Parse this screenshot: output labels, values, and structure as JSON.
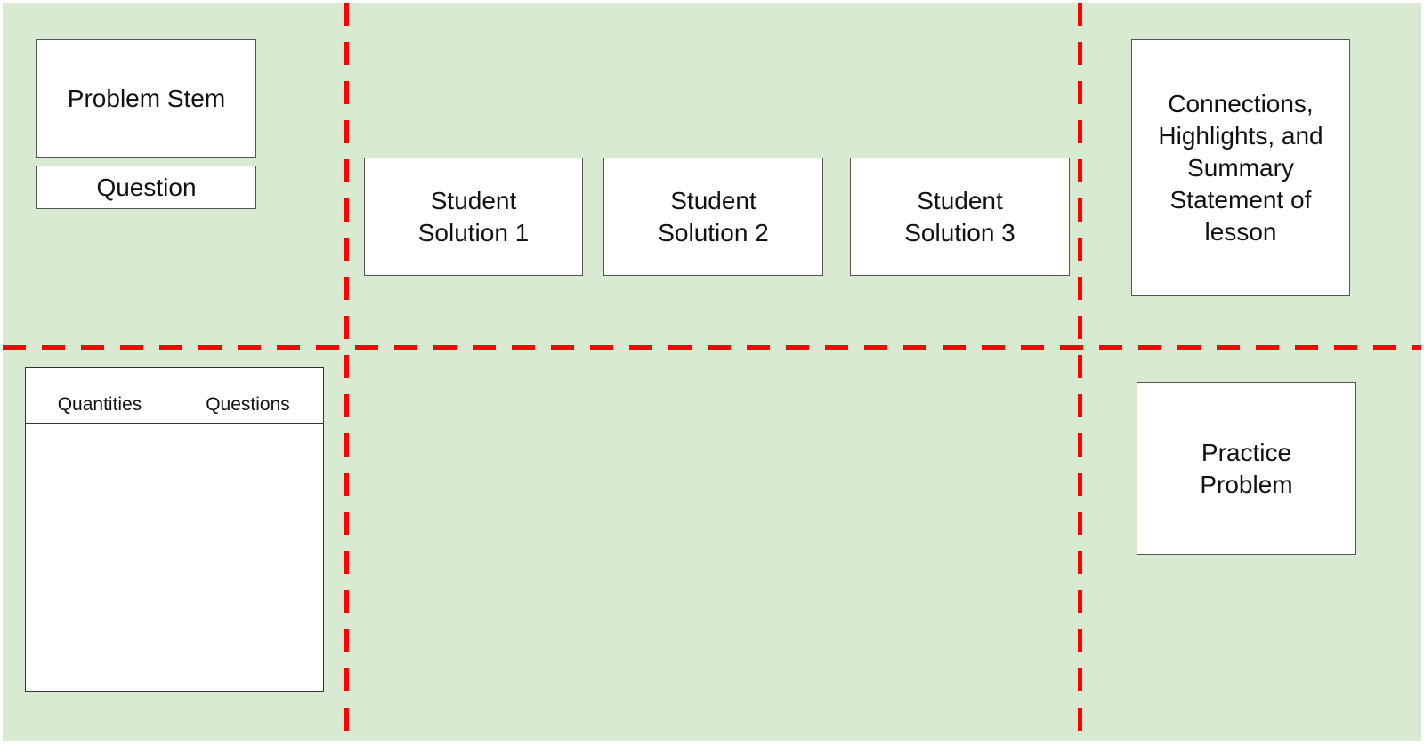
{
  "colors": {
    "background": "#d9ead3",
    "divider": "#ff0000",
    "box_fill": "#ffffff",
    "box_border": "#555555"
  },
  "left_top": {
    "problem_stem": "Problem Stem",
    "question": "Question"
  },
  "middle_top": {
    "solutions": [
      "Student Solution 1",
      "Student Solution 2",
      "Student Solution 3"
    ]
  },
  "right_top": {
    "summary": "Connections, Highlights, and Summary Statement of lesson"
  },
  "left_bottom": {
    "tchart": {
      "col1": "Quantities",
      "col2": "Questions"
    }
  },
  "right_bottom": {
    "practice": "Practice Problem"
  }
}
